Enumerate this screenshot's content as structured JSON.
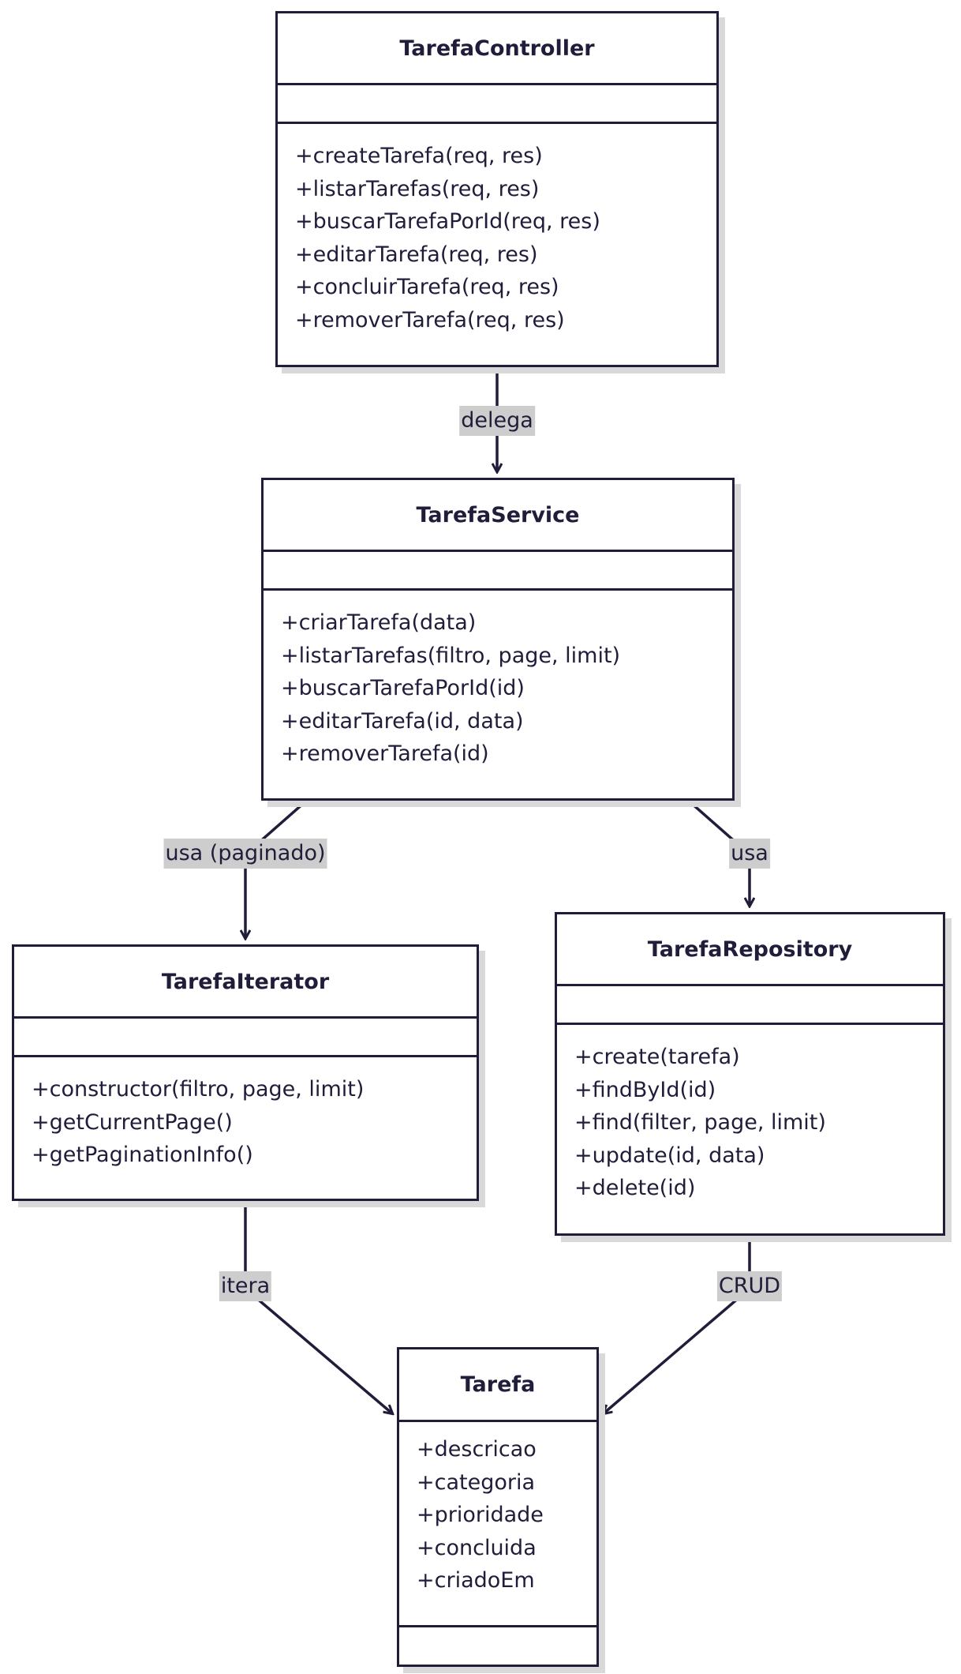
{
  "classes": {
    "controller": {
      "name": "TarefaController",
      "attributes": [],
      "methods": [
        "+createTarefa(req, res)",
        "+listarTarefas(req, res)",
        "+buscarTarefaPorId(req, res)",
        "+editarTarefa(req, res)",
        "+concluirTarefa(req, res)",
        "+removerTarefa(req, res)"
      ]
    },
    "service": {
      "name": "TarefaService",
      "attributes": [],
      "methods": [
        "+criarTarefa(data)",
        "+listarTarefas(filtro, page, limit)",
        "+buscarTarefaPorId(id)",
        "+editarTarefa(id, data)",
        "+removerTarefa(id)"
      ]
    },
    "iterator": {
      "name": "TarefaIterator",
      "attributes": [],
      "methods": [
        "+constructor(filtro, page, limit)",
        "+getCurrentPage()",
        "+getPaginationInfo()"
      ]
    },
    "repository": {
      "name": "TarefaRepository",
      "attributes": [],
      "methods": [
        "+create(tarefa)",
        "+findById(id)",
        "+find(filter, page, limit)",
        "+update(id, data)",
        "+delete(id)"
      ]
    },
    "tarefa": {
      "name": "Tarefa",
      "attributes": [
        "+descricao",
        "+categoria",
        "+prioridade",
        "+concluida",
        "+criadoEm"
      ],
      "methods": []
    }
  },
  "edges": {
    "controller_service": "delega",
    "service_iterator": "usa (paginado)",
    "service_repository": "usa",
    "iterator_tarefa": "itera",
    "repository_tarefa": "CRUD"
  },
  "colors": {
    "stroke": "#1f1d3a",
    "label_bg": "#cdcdcd",
    "shadow": "#d9d9d9"
  }
}
